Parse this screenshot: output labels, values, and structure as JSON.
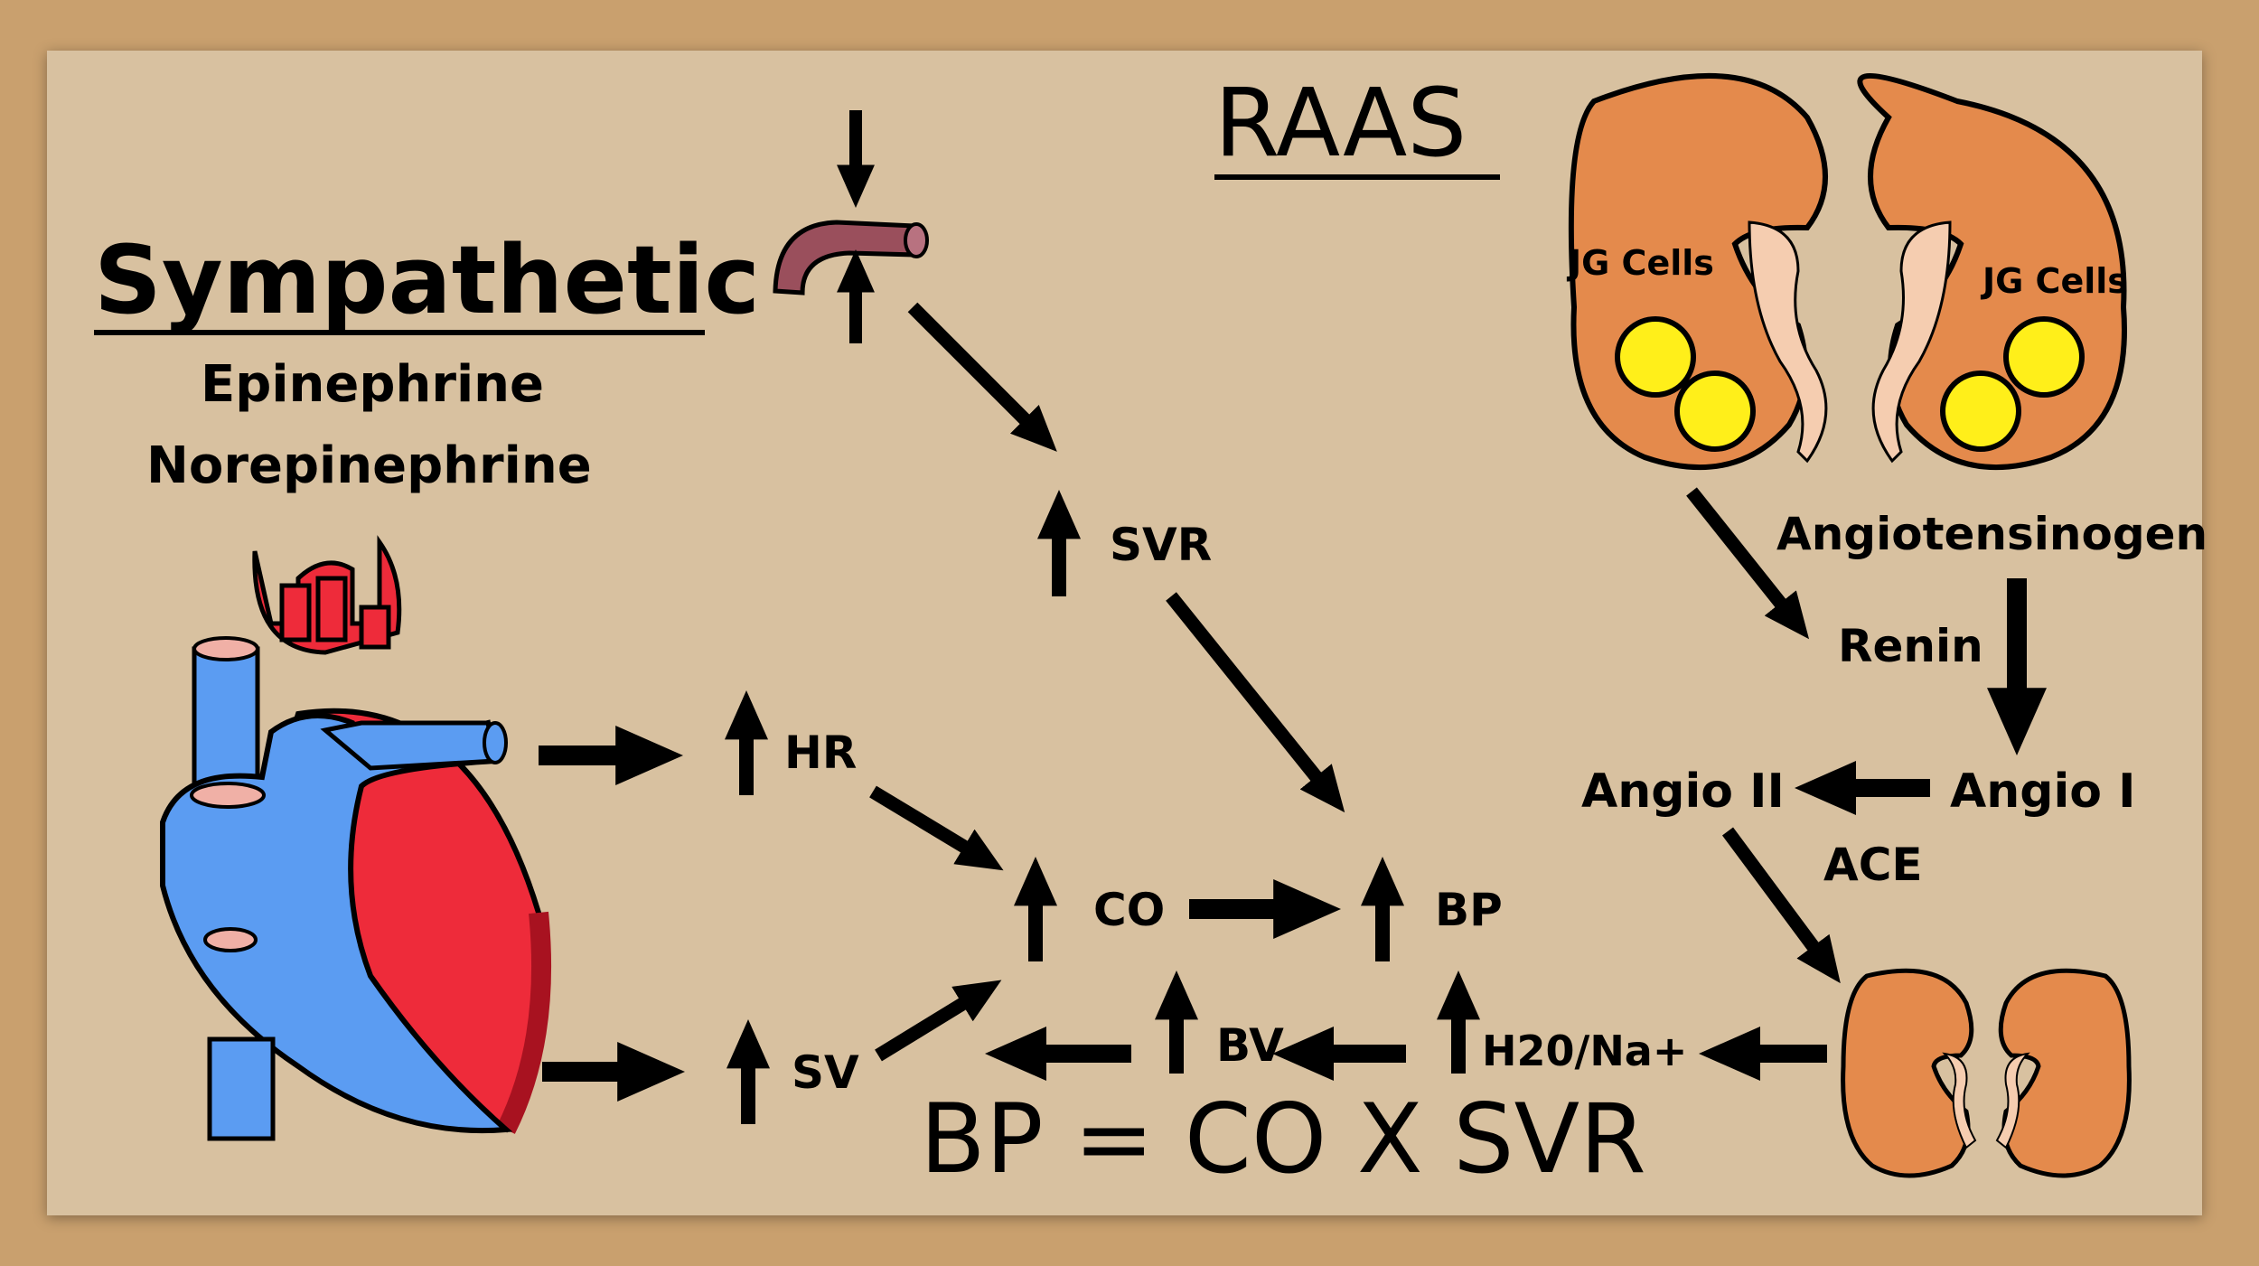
{
  "title_sympathetic": "Sympathetic",
  "sympathetic_sub1": "Epinephrine",
  "sympathetic_sub2": "Norepinephrine",
  "title_raas": "RAAS",
  "labels": {
    "svr": "SVR",
    "hr": "HR",
    "co": "CO",
    "bp": "BP",
    "sv": "SV",
    "bv": "BV",
    "h2o_na": "H20/Na+",
    "jg_cells_left": "JG Cells",
    "jg_cells_right": "JG Cells",
    "angiotensinogen": "Angiotensinogen",
    "renin": "Renin",
    "angio_i": "Angio I",
    "angio_ii": "Angio II",
    "ace": "ACE"
  },
  "equation": "BP = CO X SVR",
  "colors": {
    "paper": "#d8c1a0",
    "board": "#c9a06e",
    "heart_red": "#ee2b3a",
    "heart_blue": "#5b9cf2",
    "kidney": "#e48a4c",
    "jg_cell": "#ffef1a",
    "vessel": "#9a4f5c"
  }
}
